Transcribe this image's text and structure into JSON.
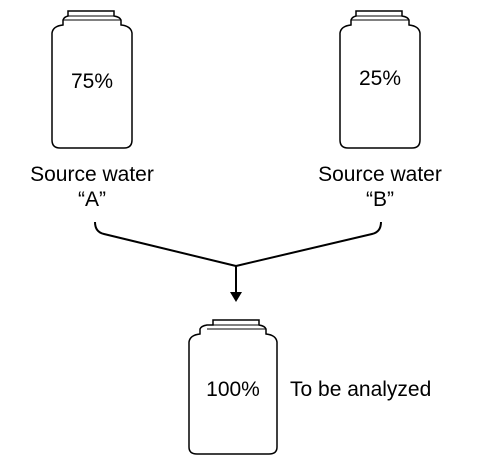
{
  "containers": {
    "a": {
      "percent": "75%",
      "label": "Source water",
      "name": "“A”"
    },
    "b": {
      "percent": "25%",
      "label": "Source water",
      "name": "“B”"
    },
    "mix": {
      "percent": "100%",
      "caption": "To be analyzed"
    }
  },
  "colors": {
    "stroke": "#000000",
    "background": "#ffffff"
  }
}
